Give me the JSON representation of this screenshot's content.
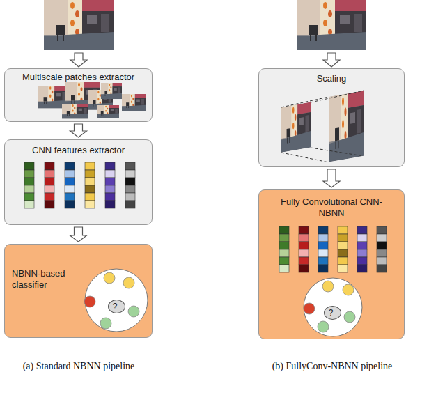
{
  "diagram": {
    "nodes": [
      {
        "text": [
          "Multiscale patches extractor"
        ]
      },
      {
        "text": [
          "CNN features extractor"
        ]
      },
      {
        "text": [
          "NBNN-based classifier"
        ]
      },
      {
        "text": [
          "?"
        ],
        "in": 2
      },
      {
        "text": [
          "Scaling"
        ]
      },
      {
        "text": [
          "Fully Convolutional CNN-NBNN"
        ]
      },
      {
        "text": [
          "?"
        ],
        "in": 5
      }
    ],
    "edges": [
      {
        "from": 0,
        "to": 1,
        "arrow": "to"
      },
      {
        "from": 1,
        "to": 2,
        "arrow": "to"
      },
      {
        "from": 4,
        "to": 5,
        "arrow": "to"
      }
    ],
    "labels": [
      "(a) Standard NBNN pipeline",
      "(b) FullyConv-NBNN pipeline"
    ]
  }
}
